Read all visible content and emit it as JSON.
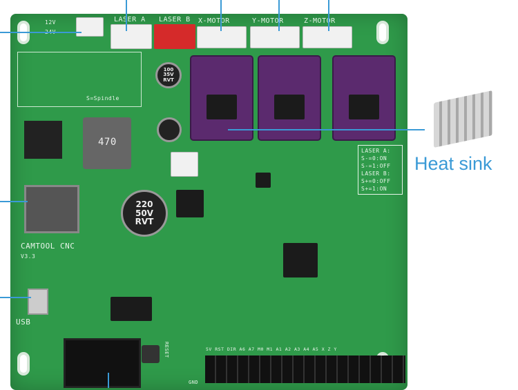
{
  "board": {
    "name": "CAMTOOL CNC",
    "version": "V3.3",
    "connectors": {
      "laser_a": "LASER A",
      "laser_b": "LASER B",
      "x_motor": "X-MOTOR",
      "y_motor": "Y-MOTOR",
      "z_motor": "Z-MOTOR"
    },
    "voltage_12": "12V",
    "voltage_24": "24V",
    "spindle": "S=Spindle",
    "laser_info": [
      "LASER A:",
      "S-=0:ON",
      "S-=1:OFF",
      "LASER B:",
      "S+=0:OFF",
      "S+=1:ON"
    ],
    "usb": "USB",
    "reset": "RESET",
    "gnd": "GND",
    "cap_large": "220 50V RVT",
    "cap_small": "100 35V RVT",
    "inductor": "470",
    "pin_labels": "5V RST DIR A6 A7 M0 M1 A1 A2 A3 A4 A5 X Z Y"
  },
  "callouts": {
    "heat_sink": "Heat sink"
  },
  "colors": {
    "board": "#2f9a4a",
    "callout": "#3a9ad6",
    "driver": "#5b2a6e"
  }
}
